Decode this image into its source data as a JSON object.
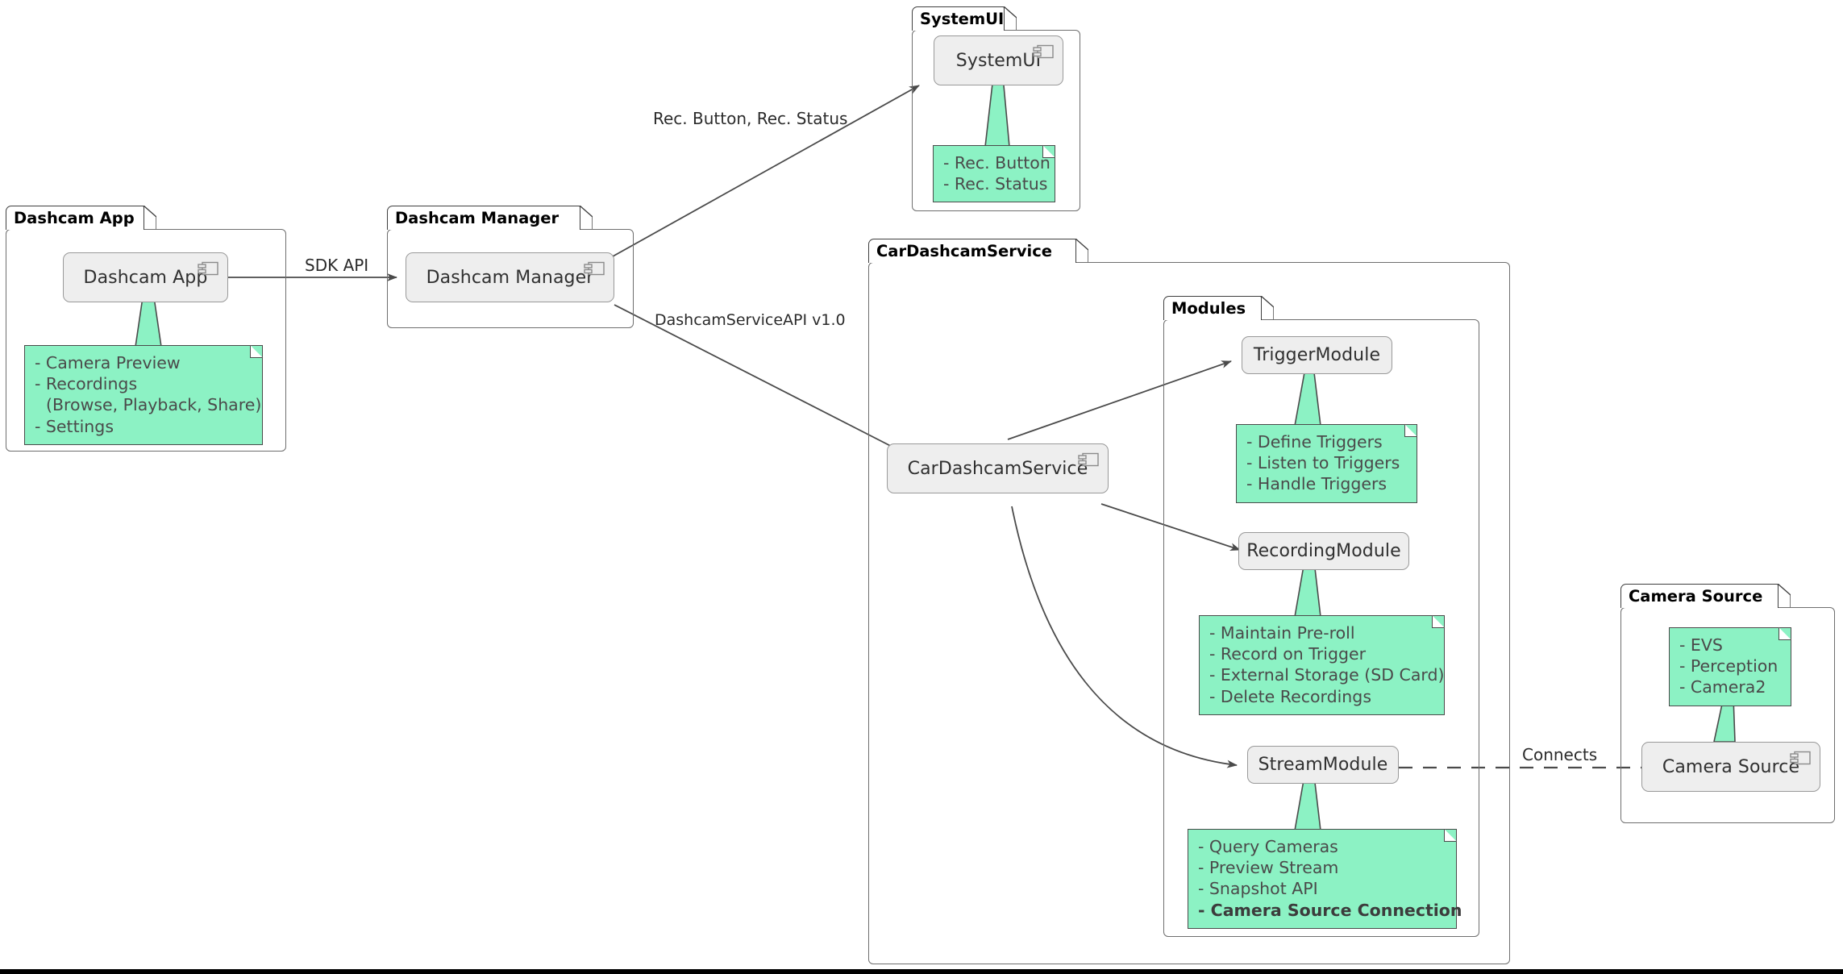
{
  "diagram": {
    "type": "uml-component-diagram",
    "note_color": "#8CF2C4",
    "component_color": "#EEEEEE",
    "border_color": "#6E6E6E"
  },
  "packages": [
    {
      "id": "dashcam-app",
      "label": "Dashcam App"
    },
    {
      "id": "dashcam-manager",
      "label": "Dashcam Manager"
    },
    {
      "id": "system-ui",
      "label": "SystemUI"
    },
    {
      "id": "car-dashcam-service",
      "label": "CarDashcamService"
    },
    {
      "id": "modules",
      "label": "Modules"
    },
    {
      "id": "camera-source",
      "label": "Camera Source"
    }
  ],
  "components": [
    {
      "id": "dashcam-app",
      "label": "Dashcam App",
      "has_icon": true
    },
    {
      "id": "dashcam-manager",
      "label": "Dashcam Manager",
      "has_icon": true
    },
    {
      "id": "system-ui",
      "label": "SystemUI",
      "has_icon": true
    },
    {
      "id": "car-dashcam-service",
      "label": "CarDashcamService",
      "has_icon": true
    },
    {
      "id": "trigger-module",
      "label": "TriggerModule",
      "has_icon": false
    },
    {
      "id": "recording-module",
      "label": "RecordingModule",
      "has_icon": false
    },
    {
      "id": "stream-module",
      "label": "StreamModule",
      "has_icon": false
    },
    {
      "id": "camera-source",
      "label": "Camera Source",
      "has_icon": true
    }
  ],
  "notes": {
    "dashcam_app": {
      "lines": [
        "- Camera Preview",
        "- Recordings",
        "(Browse, Playback, Share)",
        "- Settings"
      ]
    },
    "system_ui": {
      "lines": [
        "- Rec. Button",
        "- Rec. Status"
      ]
    },
    "trigger_module": {
      "lines": [
        "- Define Triggers",
        "- Listen to Triggers",
        "- Handle Triggers"
      ]
    },
    "recording_module": {
      "lines": [
        "- Maintain Pre-roll",
        "- Record on Trigger",
        "- External Storage (SD Card)",
        "- Delete Recordings"
      ]
    },
    "stream_module": {
      "lines": [
        "- Query Cameras",
        "- Preview Stream",
        "- Snapshot API",
        "- Camera Source Connection"
      ],
      "bold_index": 3
    },
    "camera_source": {
      "lines": [
        "- EVS",
        "- Perception",
        "- Camera2"
      ]
    }
  },
  "edges": [
    {
      "id": "sdk-api",
      "label": "SDK API",
      "from": "dashcam-app",
      "to": "dashcam-manager",
      "style": "solid-arrow"
    },
    {
      "id": "rec-button-status",
      "label": "Rec. Button, Rec. Status",
      "from": "dashcam-manager",
      "to": "system-ui",
      "style": "solid-arrow"
    },
    {
      "id": "dashcam-service-api",
      "label": "DashcamServiceAPI v1.0",
      "from": "dashcam-manager",
      "to": "car-dashcam-service",
      "style": "solid-arrow"
    },
    {
      "id": "to-trigger-module",
      "label": "",
      "from": "car-dashcam-service",
      "to": "trigger-module",
      "style": "solid-arrow"
    },
    {
      "id": "to-recording-module",
      "label": "",
      "from": "car-dashcam-service",
      "to": "recording-module",
      "style": "solid-arrow"
    },
    {
      "id": "to-stream-module",
      "label": "",
      "from": "car-dashcam-service",
      "to": "stream-module",
      "style": "solid-arrow-curved"
    },
    {
      "id": "connects",
      "label": "Connects",
      "from": "stream-module",
      "to": "camera-source",
      "style": "dashed"
    }
  ]
}
